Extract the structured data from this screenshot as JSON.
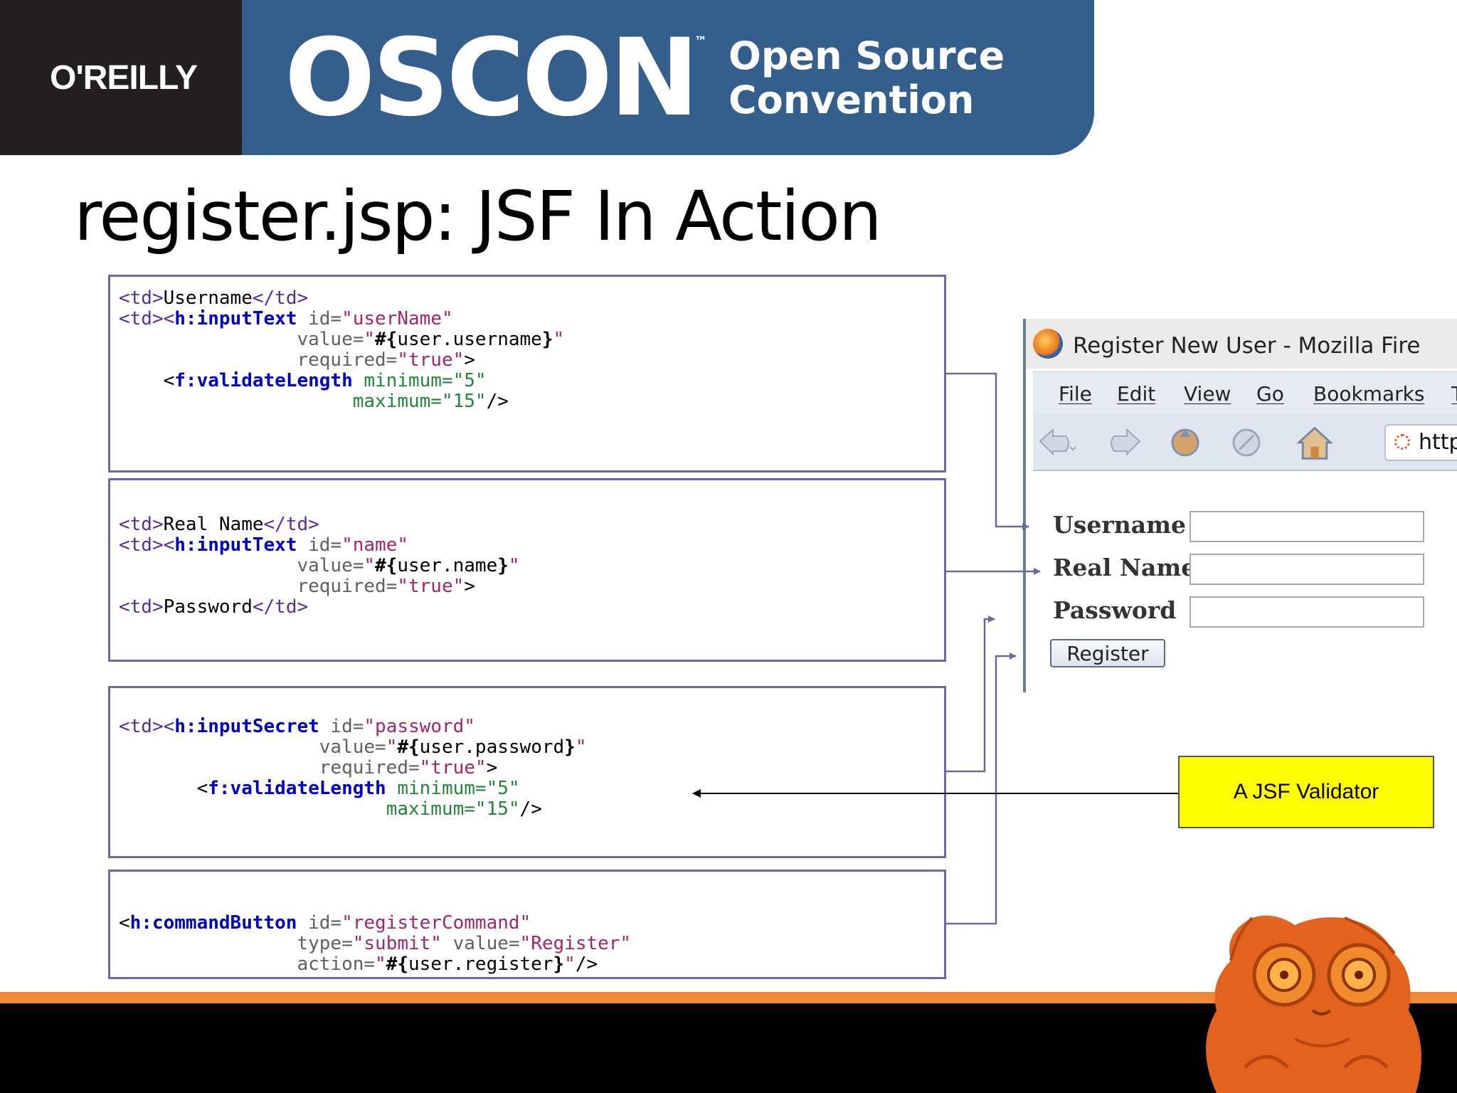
{
  "header": {
    "publisher_logo": "O'REILLY",
    "event_logo": "OSCON",
    "trademark": "™",
    "event_subtitle_line1": "Open Source",
    "event_subtitle_line2": "Convention"
  },
  "slide": {
    "title": "register.jsp: JSF In Action"
  },
  "code_blocks": {
    "username": {
      "l1_open": "<td>",
      "l1_text": "Username",
      "l1_close": "</td>",
      "l2_td": "<td><",
      "l2_tag": "h:inputText",
      "l2_attr": " id=",
      "l2_val": "\"userName\"",
      "l3_attr": "value=",
      "l3_q1": "\"",
      "l3_el": "#{",
      "l3_expr": "user.username",
      "l3_el_end": "}",
      "l3_q2": "\"",
      "l4_attr": "required=",
      "l4_val": "\"true\"",
      "l4_end": ">",
      "l5_lt": "<",
      "l5_tag": "f:validateLength",
      "l5_attr": " minimum=",
      "l5_val": "\"5\"",
      "l6_attr": "maximum=",
      "l6_val": "\"15\"",
      "l6_end": "/>"
    },
    "realname": {
      "l1_open": "<td>",
      "l1_text": "Real Name",
      "l1_close": "</td>",
      "l2_td": "<td><",
      "l2_tag": "h:inputText",
      "l2_attr": " id=",
      "l2_val": "\"name\"",
      "l3_attr": "value=",
      "l3_q1": "\"",
      "l3_el": "#{",
      "l3_expr": "user.name",
      "l3_el_end": "}",
      "l3_q2": "\"",
      "l4_attr": "required=",
      "l4_val": "\"true\"",
      "l4_end": ">",
      "l5_open": "<td>",
      "l5_text": "Password",
      "l5_close": "</td>"
    },
    "password": {
      "l1_td": "<td><",
      "l1_tag": "h:inputSecret",
      "l1_attr": " id=",
      "l1_val": "\"password\"",
      "l2_attr": "value=",
      "l2_q1": "\"",
      "l2_el": "#{",
      "l2_expr": "user.password",
      "l2_el_end": "}",
      "l2_q2": "\"",
      "l3_attr": "required=",
      "l3_val": "\"true\"",
      "l3_end": ">",
      "l4_lt": "<",
      "l4_tag": "f:validateLength",
      "l4_attr": " minimum=",
      "l4_val": "\"5\"",
      "l5_attr": "maximum=",
      "l5_val": "\"15\"",
      "l5_end": "/>"
    },
    "register": {
      "l1_lt": "<",
      "l1_tag": "h:commandButton",
      "l1_attr": " id=",
      "l1_val": "\"registerCommand\"",
      "l2_attr": "type=",
      "l2_val": "\"submit\"",
      "l2_attr2": " value=",
      "l2_val2": "\"Register\"",
      "l3_attr": "action=",
      "l3_q1": "\"",
      "l3_el": "#{",
      "l3_expr": "user.register",
      "l3_el_end": "}",
      "l3_q2": "\"",
      "l3_end": "/>"
    }
  },
  "browser": {
    "window_title": "Register New User - Mozilla Fire",
    "menu": [
      "File",
      "Edit",
      "View",
      "Go",
      "Bookmarks",
      "To"
    ],
    "url_text": "http",
    "form": {
      "username_label": "Username",
      "realname_label": "Real Name",
      "password_label": "Password",
      "username_value": "",
      "realname_value": "",
      "password_value": "",
      "submit_label": "Register"
    }
  },
  "callout": {
    "label": "A JSF Validator"
  },
  "colors": {
    "header_blue": "#345f8c",
    "header_black": "#231f20",
    "footer_orange": "#f0893a",
    "callout_yellow": "#ffff00",
    "connector": "#6a6aa0"
  }
}
